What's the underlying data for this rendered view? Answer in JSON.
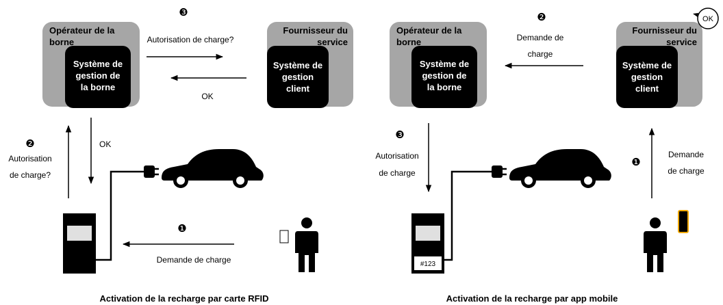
{
  "left": {
    "operator": "Opérateur de la borne",
    "operator_system": "Système de gestion de la borne",
    "provider": "Fournisseur du service",
    "provider_system": "Système de gestion client",
    "step3_badge": "❸",
    "step3_text": "Autorisation de charge?",
    "ok_horizontal": "OK",
    "step2_badge": "❷",
    "step2_text_line1": "Autorisation",
    "step2_text_line2": "de charge?",
    "ok_vertical": "OK",
    "step1_badge": "❶",
    "step1_text": "Demande de charge",
    "caption": "Activation de la recharge par carte RFID"
  },
  "right": {
    "operator": "Opérateur de la borne",
    "operator_system": "Système de gestion de la borne",
    "provider": "Fournisseur du service",
    "provider_system": "Système de gestion client",
    "ok_bubble": "OK",
    "step2_badge": "❷",
    "step2_text_line1": "Demande de",
    "step2_text_line2": "charge",
    "step3_badge": "❸",
    "step3_text_line1": "Autorisation",
    "step3_text_line2": "de charge",
    "step1_badge": "❶",
    "step1_text_line1": "Demande",
    "step1_text_line2": "de charge",
    "station_code": "#123",
    "caption": "Activation de la recharge par app mobile"
  },
  "colors": {
    "gray_box": "#a6a6a6",
    "black_box": "#000000",
    "phone_border": "#f0a800"
  }
}
